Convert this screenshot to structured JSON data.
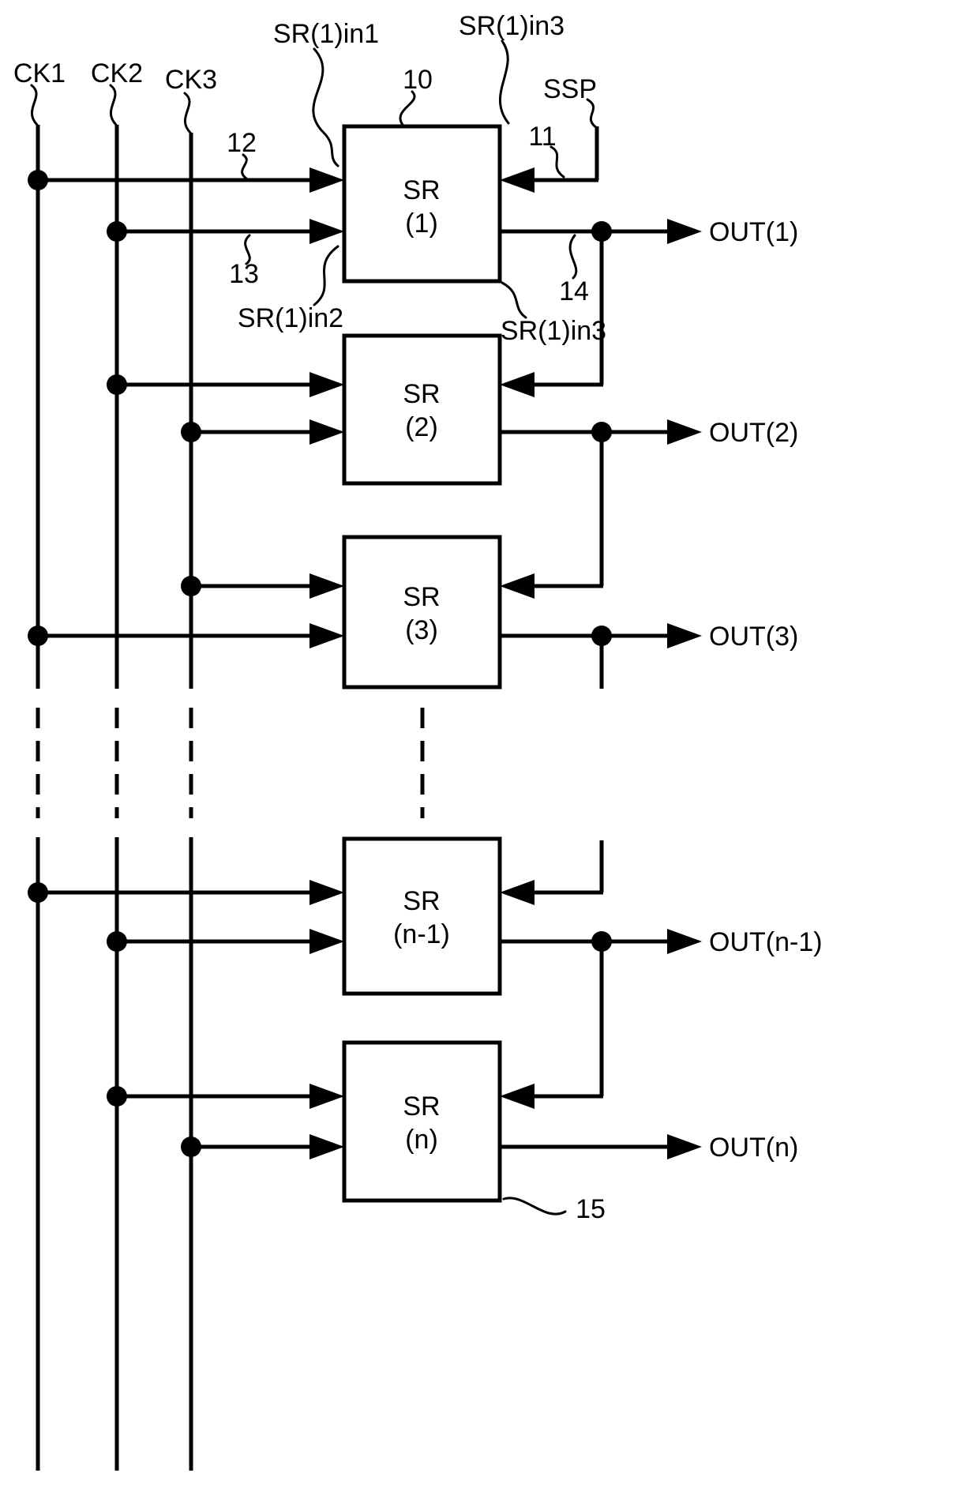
{
  "diagram": {
    "clocks": [
      {
        "label": "CK1"
      },
      {
        "label": "CK2"
      },
      {
        "label": "CK3"
      }
    ],
    "blocks": [
      {
        "name": "SR",
        "index": "(1)"
      },
      {
        "name": "SR",
        "index": "(2)"
      },
      {
        "name": "SR",
        "index": "(3)"
      },
      {
        "name": "SR",
        "index": "(n-1)"
      },
      {
        "name": "SR",
        "index": "(n)"
      }
    ],
    "outputs": [
      {
        "label": "OUT(1)"
      },
      {
        "label": "OUT(2)"
      },
      {
        "label": "OUT(3)"
      },
      {
        "label": "OUT(n-1)"
      },
      {
        "label": "OUT(n)"
      }
    ],
    "signals": {
      "ssp": "SSP",
      "sr1in1": "SR(1)in1",
      "sr1in2": "SR(1)in2",
      "sr1in3_top": "SR(1)in3",
      "sr1in3_bottom": "SR(1)in3"
    },
    "reference_numerals": {
      "block": "10",
      "ssp_line": "11",
      "in1_line": "12",
      "in2_line": "13",
      "out_line": "14",
      "last_block": "15"
    },
    "colors": {
      "line": "#000000",
      "background": "#ffffff"
    }
  }
}
